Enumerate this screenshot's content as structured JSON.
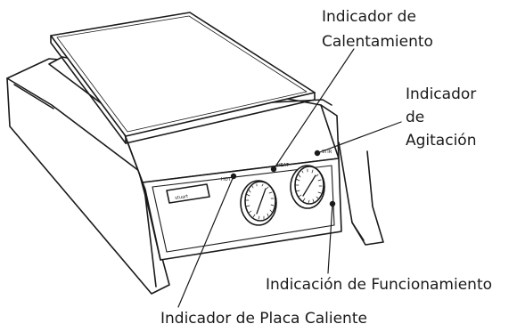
{
  "labels": {
    "heat_indicator": [
      "Indicador de",
      "Calentamiento"
    ],
    "stir_indicator": [
      "Indicador",
      "de",
      "Agitación"
    ],
    "power_indication": "Indicación de Funcionamiento",
    "hot_plate_indicator": "Indicador de Placa Caliente"
  },
  "panel": {
    "brand": "stuart",
    "hot": "HOT",
    "heat": "HEAT",
    "stir": "STIR"
  },
  "colors": {
    "line": "#1a1a1a",
    "fill": "#ffffff"
  }
}
